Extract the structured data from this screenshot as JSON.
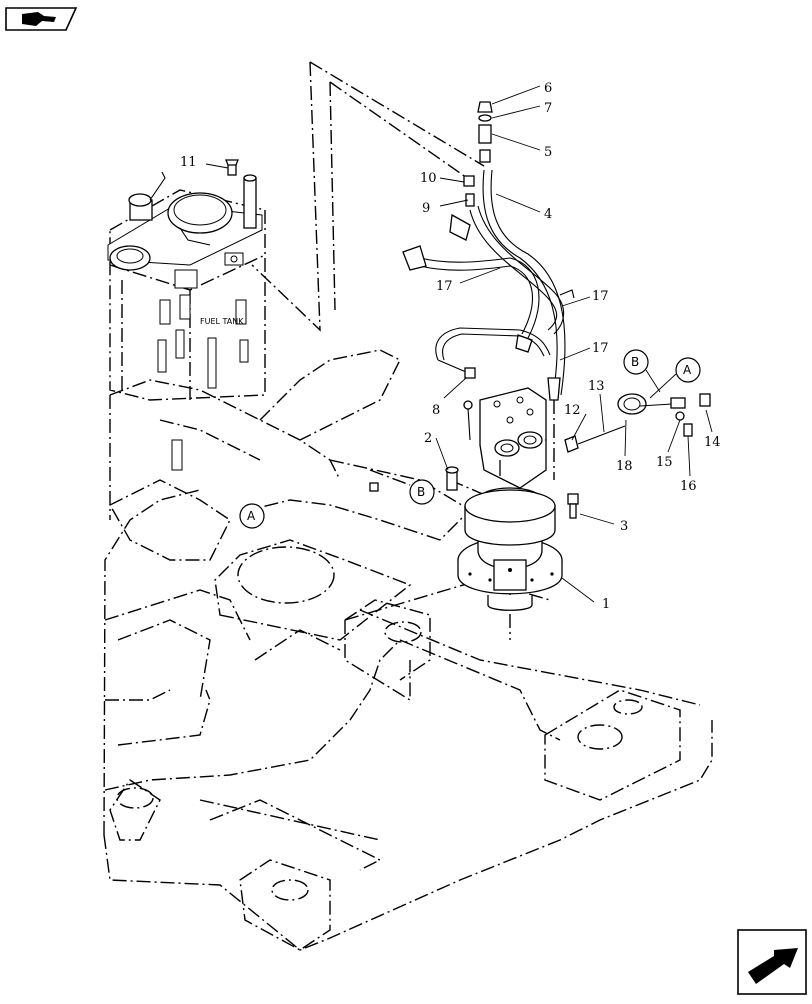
{
  "icons": {
    "top_left": "book-arrow-icon",
    "bottom_right": "next-page-arrow-icon"
  },
  "labels": {
    "fuel_tank": "FUEL TANK"
  },
  "callouts": [
    "1",
    "2",
    "3",
    "4",
    "5",
    "6",
    "7",
    "8",
    "9",
    "10",
    "11",
    "12",
    "13",
    "14",
    "15",
    "16",
    "17",
    "17",
    "17",
    "18"
  ],
  "circled_refs": [
    "A",
    "B",
    "A",
    "B"
  ]
}
